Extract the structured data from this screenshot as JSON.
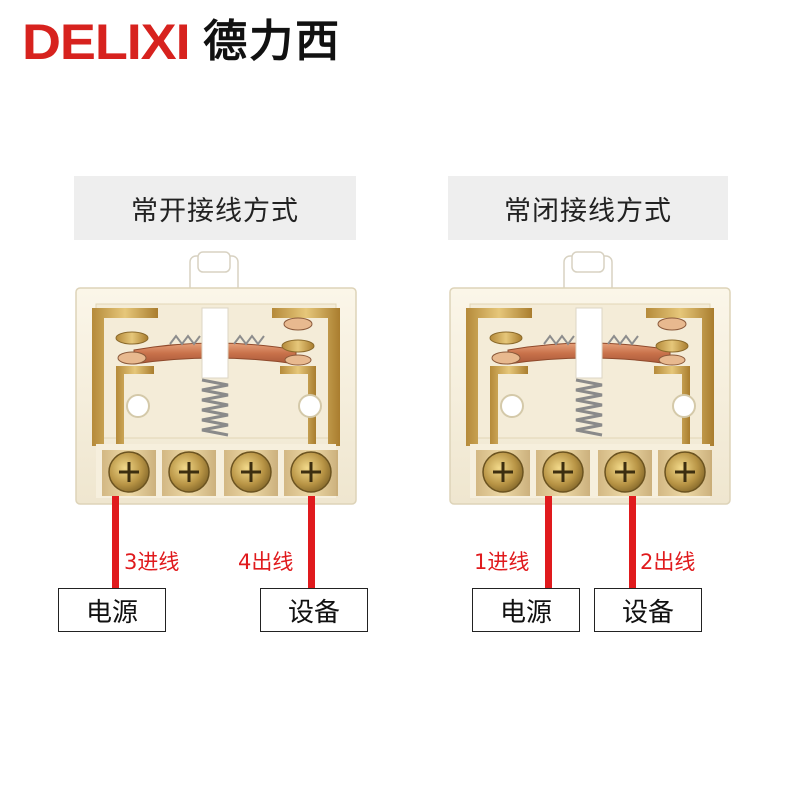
{
  "brand": {
    "latin": "DELIXI",
    "chinese": "德力西",
    "color": "#d7221e"
  },
  "panels": [
    {
      "title": "常开接线方式",
      "in_label": "3进线",
      "out_label": "4出线",
      "source_box": "电源",
      "device_box": "设备"
    },
    {
      "title": "常闭接线方式",
      "in_label": "1进线",
      "out_label": "2出线",
      "source_box": "电源",
      "device_box": "设备"
    }
  ],
  "wire_color": "#e01a1d"
}
